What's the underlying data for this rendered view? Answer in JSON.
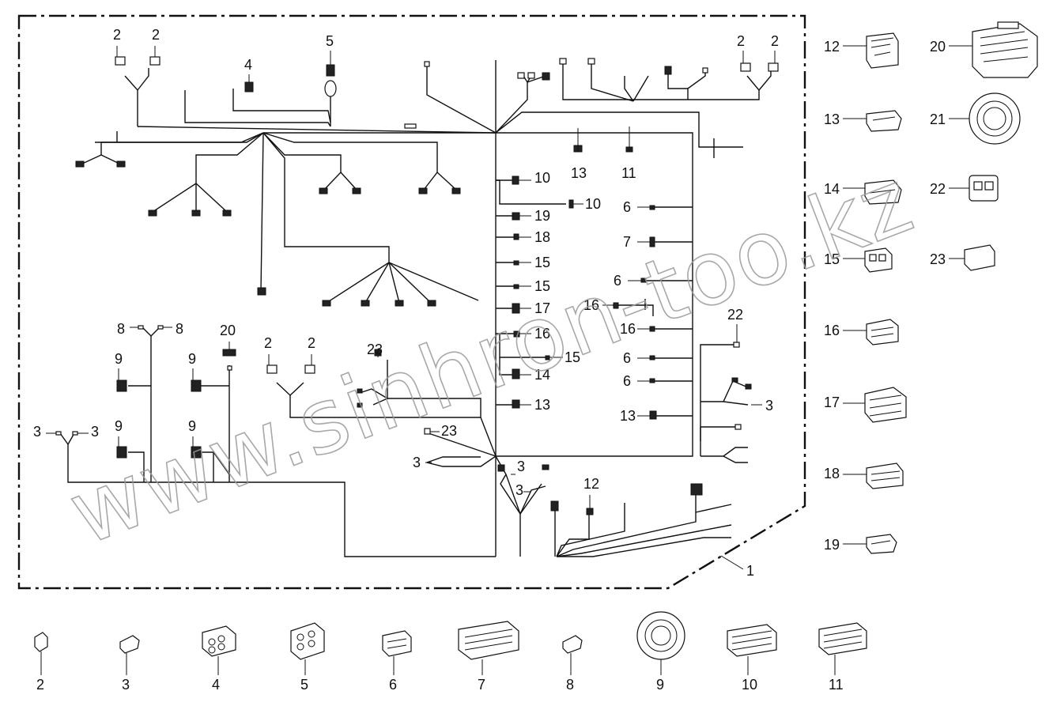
{
  "diagram": {
    "harness_label": "1",
    "watermark_text": "www.sinhron-too.kz",
    "corner_note": "",
    "boundary_labels": [
      {
        "text": "2"
      },
      {
        "text": "2"
      },
      {
        "text": "4"
      },
      {
        "text": "5"
      },
      {
        "text": "2"
      },
      {
        "text": "2"
      },
      {
        "text": "10"
      },
      {
        "text": "13"
      },
      {
        "text": "11"
      },
      {
        "text": "10"
      },
      {
        "text": "6"
      },
      {
        "text": "19"
      },
      {
        "text": "18"
      },
      {
        "text": "7"
      },
      {
        "text": "15"
      },
      {
        "text": "15"
      },
      {
        "text": "6"
      },
      {
        "text": "17"
      },
      {
        "text": "16"
      },
      {
        "text": "16"
      },
      {
        "text": "16"
      },
      {
        "text": "22"
      },
      {
        "text": "8"
      },
      {
        "text": "8"
      },
      {
        "text": "20"
      },
      {
        "text": "2"
      },
      {
        "text": "2"
      },
      {
        "text": "23"
      },
      {
        "text": "15"
      },
      {
        "text": "6"
      },
      {
        "text": "9"
      },
      {
        "text": "9"
      },
      {
        "text": "14"
      },
      {
        "text": "6"
      },
      {
        "text": "3"
      },
      {
        "text": "13"
      },
      {
        "text": "13"
      },
      {
        "text": "3"
      },
      {
        "text": "3"
      },
      {
        "text": "9"
      },
      {
        "text": "9"
      },
      {
        "text": "23"
      },
      {
        "text": "3"
      },
      {
        "text": "3"
      },
      {
        "text": "3"
      },
      {
        "text": "12"
      }
    ],
    "side_legend": [
      {
        "text": "12"
      },
      {
        "text": "20"
      },
      {
        "text": "13"
      },
      {
        "text": "21"
      },
      {
        "text": "14"
      },
      {
        "text": "22"
      },
      {
        "text": "15"
      },
      {
        "text": "23"
      },
      {
        "text": "16"
      },
      {
        "text": "17"
      },
      {
        "text": "18"
      },
      {
        "text": "19"
      }
    ],
    "bottom_legend": [
      {
        "text": "2"
      },
      {
        "text": "3"
      },
      {
        "text": "4"
      },
      {
        "text": "5"
      },
      {
        "text": "6"
      },
      {
        "text": "7"
      },
      {
        "text": "8"
      },
      {
        "text": "9"
      },
      {
        "text": "10"
      },
      {
        "text": "11"
      }
    ]
  }
}
